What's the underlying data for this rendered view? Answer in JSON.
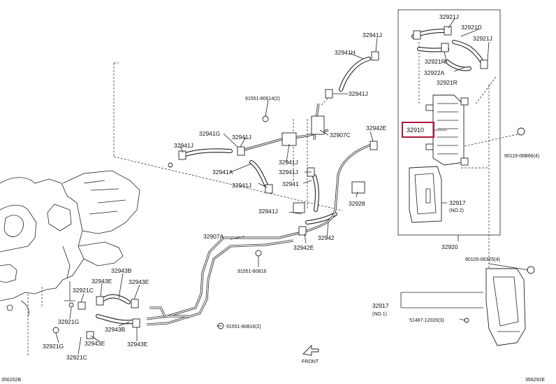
{
  "diagram": {
    "highlight_color": "#b0163c",
    "labels": {
      "p32921J_top": "32921J",
      "p32921D": "32921D",
      "p32941J_a": "32941J",
      "p32921J_right": "32921J",
      "p32941H": "32941H",
      "p32921R": "32921R",
      "p32922A": "32922A",
      "p32921R_2": "32921R",
      "p32941J_b": "32941J",
      "p91551_80614": "91551-80614(2)",
      "p32942E_top": "32942E",
      "p32910": "32910",
      "p32941G": "32941G",
      "p32941J_c": "32941J",
      "p32907C": "32907C",
      "p32941J_d": "32941J",
      "p90119": "90119-08B66(4)",
      "p32941J_e": "32941J",
      "p32941A": "32941A",
      "p32941J_f": "32941J",
      "p32941J_g": "32941J",
      "p32941": "32941",
      "p32928": "32928",
      "p32917_top": "32917",
      "p32917_no2": "(NO.2)",
      "p32941J_h": "32941J",
      "p32907A": "32907A",
      "p32942": "32942",
      "p32942E_bot": "32942E",
      "p32920": "32920",
      "p91551_80816": "91551-80816",
      "p90105": "90105-06325(4)",
      "p32943B_top": "32943B",
      "p32943E_a": "32943E",
      "p32943E_b": "32943E",
      "p32921C_a": "32921C",
      "p32917_bot": "32917",
      "p32917_no1": "(NO.1)",
      "p51467": "51467-12020(3)",
      "p32921G": "32921G",
      "p32943B_bot": "32943B",
      "p91551_80816_2": "91551-80816(2)",
      "p32921G_2": "32921G",
      "p32943E_c": "32943E",
      "p32943E_d": "32943E",
      "p32921C_b": "32921C",
      "front": "FRONT",
      "code_left": "356202B",
      "code_right": "356292E"
    }
  }
}
